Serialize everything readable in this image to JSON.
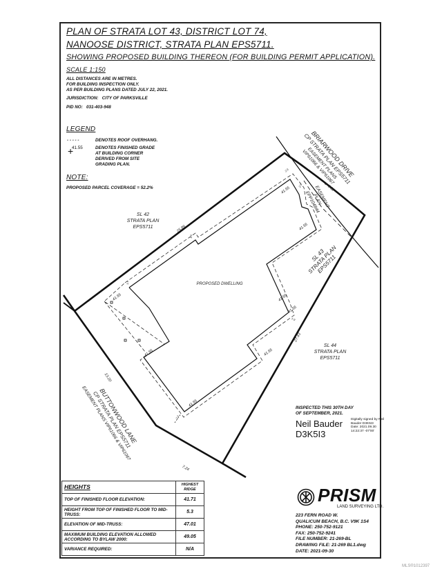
{
  "title": {
    "line1": "PLAN OF STRATA LOT 43, DISTRICT LOT 74,",
    "line2": "NANOOSE DISTRICT, STRATA PLAN EPS5711.",
    "line3": "SHOWING PROPOSED BUILDING THEREON (FOR BUILDING PERMIT APPLICATION).",
    "scale": "SCALE 1:150"
  },
  "notes": [
    "ALL DISTANCES ARE IN METRES.",
    "FOR BUILDING INSPECTION ONLY.",
    "AS PER BUILDING PLANS DATED JULY 22, 2021."
  ],
  "jurisdiction": {
    "label": "JURISDICTION:",
    "value": "CITY OF PARKSVILLE"
  },
  "pid": {
    "label": "PID NO:",
    "value": "031-403-948"
  },
  "legend": {
    "heading": "LEGEND",
    "items": [
      {
        "symbol": "- - - - -",
        "text": "DENOTES ROOF OVERHANG."
      },
      {
        "symbol": "41.55",
        "text_lines": [
          "DENOTES FINISHED GRADE",
          "AT BUILDING CORNER",
          "DERIVED FROM SITE",
          "GRADING PLAN."
        ]
      }
    ]
  },
  "note": {
    "heading": "NOTE:",
    "text": "PROPOSED PARCEL COVERAGE = 52.2%"
  },
  "plan": {
    "sl42": [
      "SL 42",
      "STRATA PLAN",
      "EPS5711"
    ],
    "sl43": [
      "SL 43",
      "STRATA PLAN",
      "EPS5711"
    ],
    "sl44": [
      "SL 44",
      "STRATA PLAN",
      "EPS5711"
    ],
    "dwelling": "PROPOSED DWELLING",
    "briarwood": [
      "BRIARWOOD DRIVE",
      "CP STRATA PLAN EPS5711",
      "EASEMENT PLANS",
      "VIP61066 & VIP61067"
    ],
    "easement": [
      "EASEMENT",
      "PLAN",
      "EPP104844"
    ],
    "buttonwood": [
      "BUTTONWOOD LANE",
      "CP STRATA PLAN EPS5711",
      "EASEMENT PLANS VIP61066 & VIP61067"
    ],
    "dims": {
      "d1": "25.89",
      "d2": "13.20",
      "d3": "7.24",
      "d4": "27.43",
      "arc": "α=9.32",
      "s1": "2.9",
      "s2": "2.9",
      "s3": "1.9",
      "s4": "2.3",
      "s5": "1.6",
      "s6": "1.6"
    },
    "grade": "41.55"
  },
  "inspection": {
    "lines": [
      "INSPECTED THIS 30TH DAY",
      "OF SEPTEMBER, 2021."
    ],
    "signature": [
      "Neil Bauder",
      "D3K5I3"
    ],
    "digital": [
      "Digitally signed by Neil",
      "Bauder D3K5I3",
      "Date: 2021.09.30",
      "14:22:37 -07'00'"
    ]
  },
  "heights": {
    "heading": "HEIGHTS",
    "col": "HIGHEST RIDGE",
    "rows": [
      {
        "label": "TOP OF FINISHED FLOOR ELEVATION:",
        "value": "41.71"
      },
      {
        "label": "HEIGHT FROM TOP OF FINISHED FLOOR TO MID-TRUSS:",
        "value": "5.3"
      },
      {
        "label": "ELEVATION OF MID-TRUSS:",
        "value": "47.01"
      },
      {
        "label": "MAXIMUM BUILDING ELEVATION ALLOWED ACCORDING TO BYLAW 2000:",
        "value": "49.05"
      },
      {
        "label": "VARIANCE REQUIRED:",
        "value": "N/A"
      }
    ]
  },
  "company": {
    "name": "PRISM",
    "sub": "LAND SURVEYING LTD.",
    "address": [
      "223 FERN ROAD W.",
      "QUALICUM BEACH, B.C. V9K 1S4",
      "PHONE: 250-752-9121",
      "FAX: 250-752-9241",
      "FILE NUMBER: 21-269-BL",
      "DRAWING FILE: 21-269 BL1.dwg",
      "DATE: 2021-09-30"
    ]
  },
  "watermark": "MLS®1012397"
}
